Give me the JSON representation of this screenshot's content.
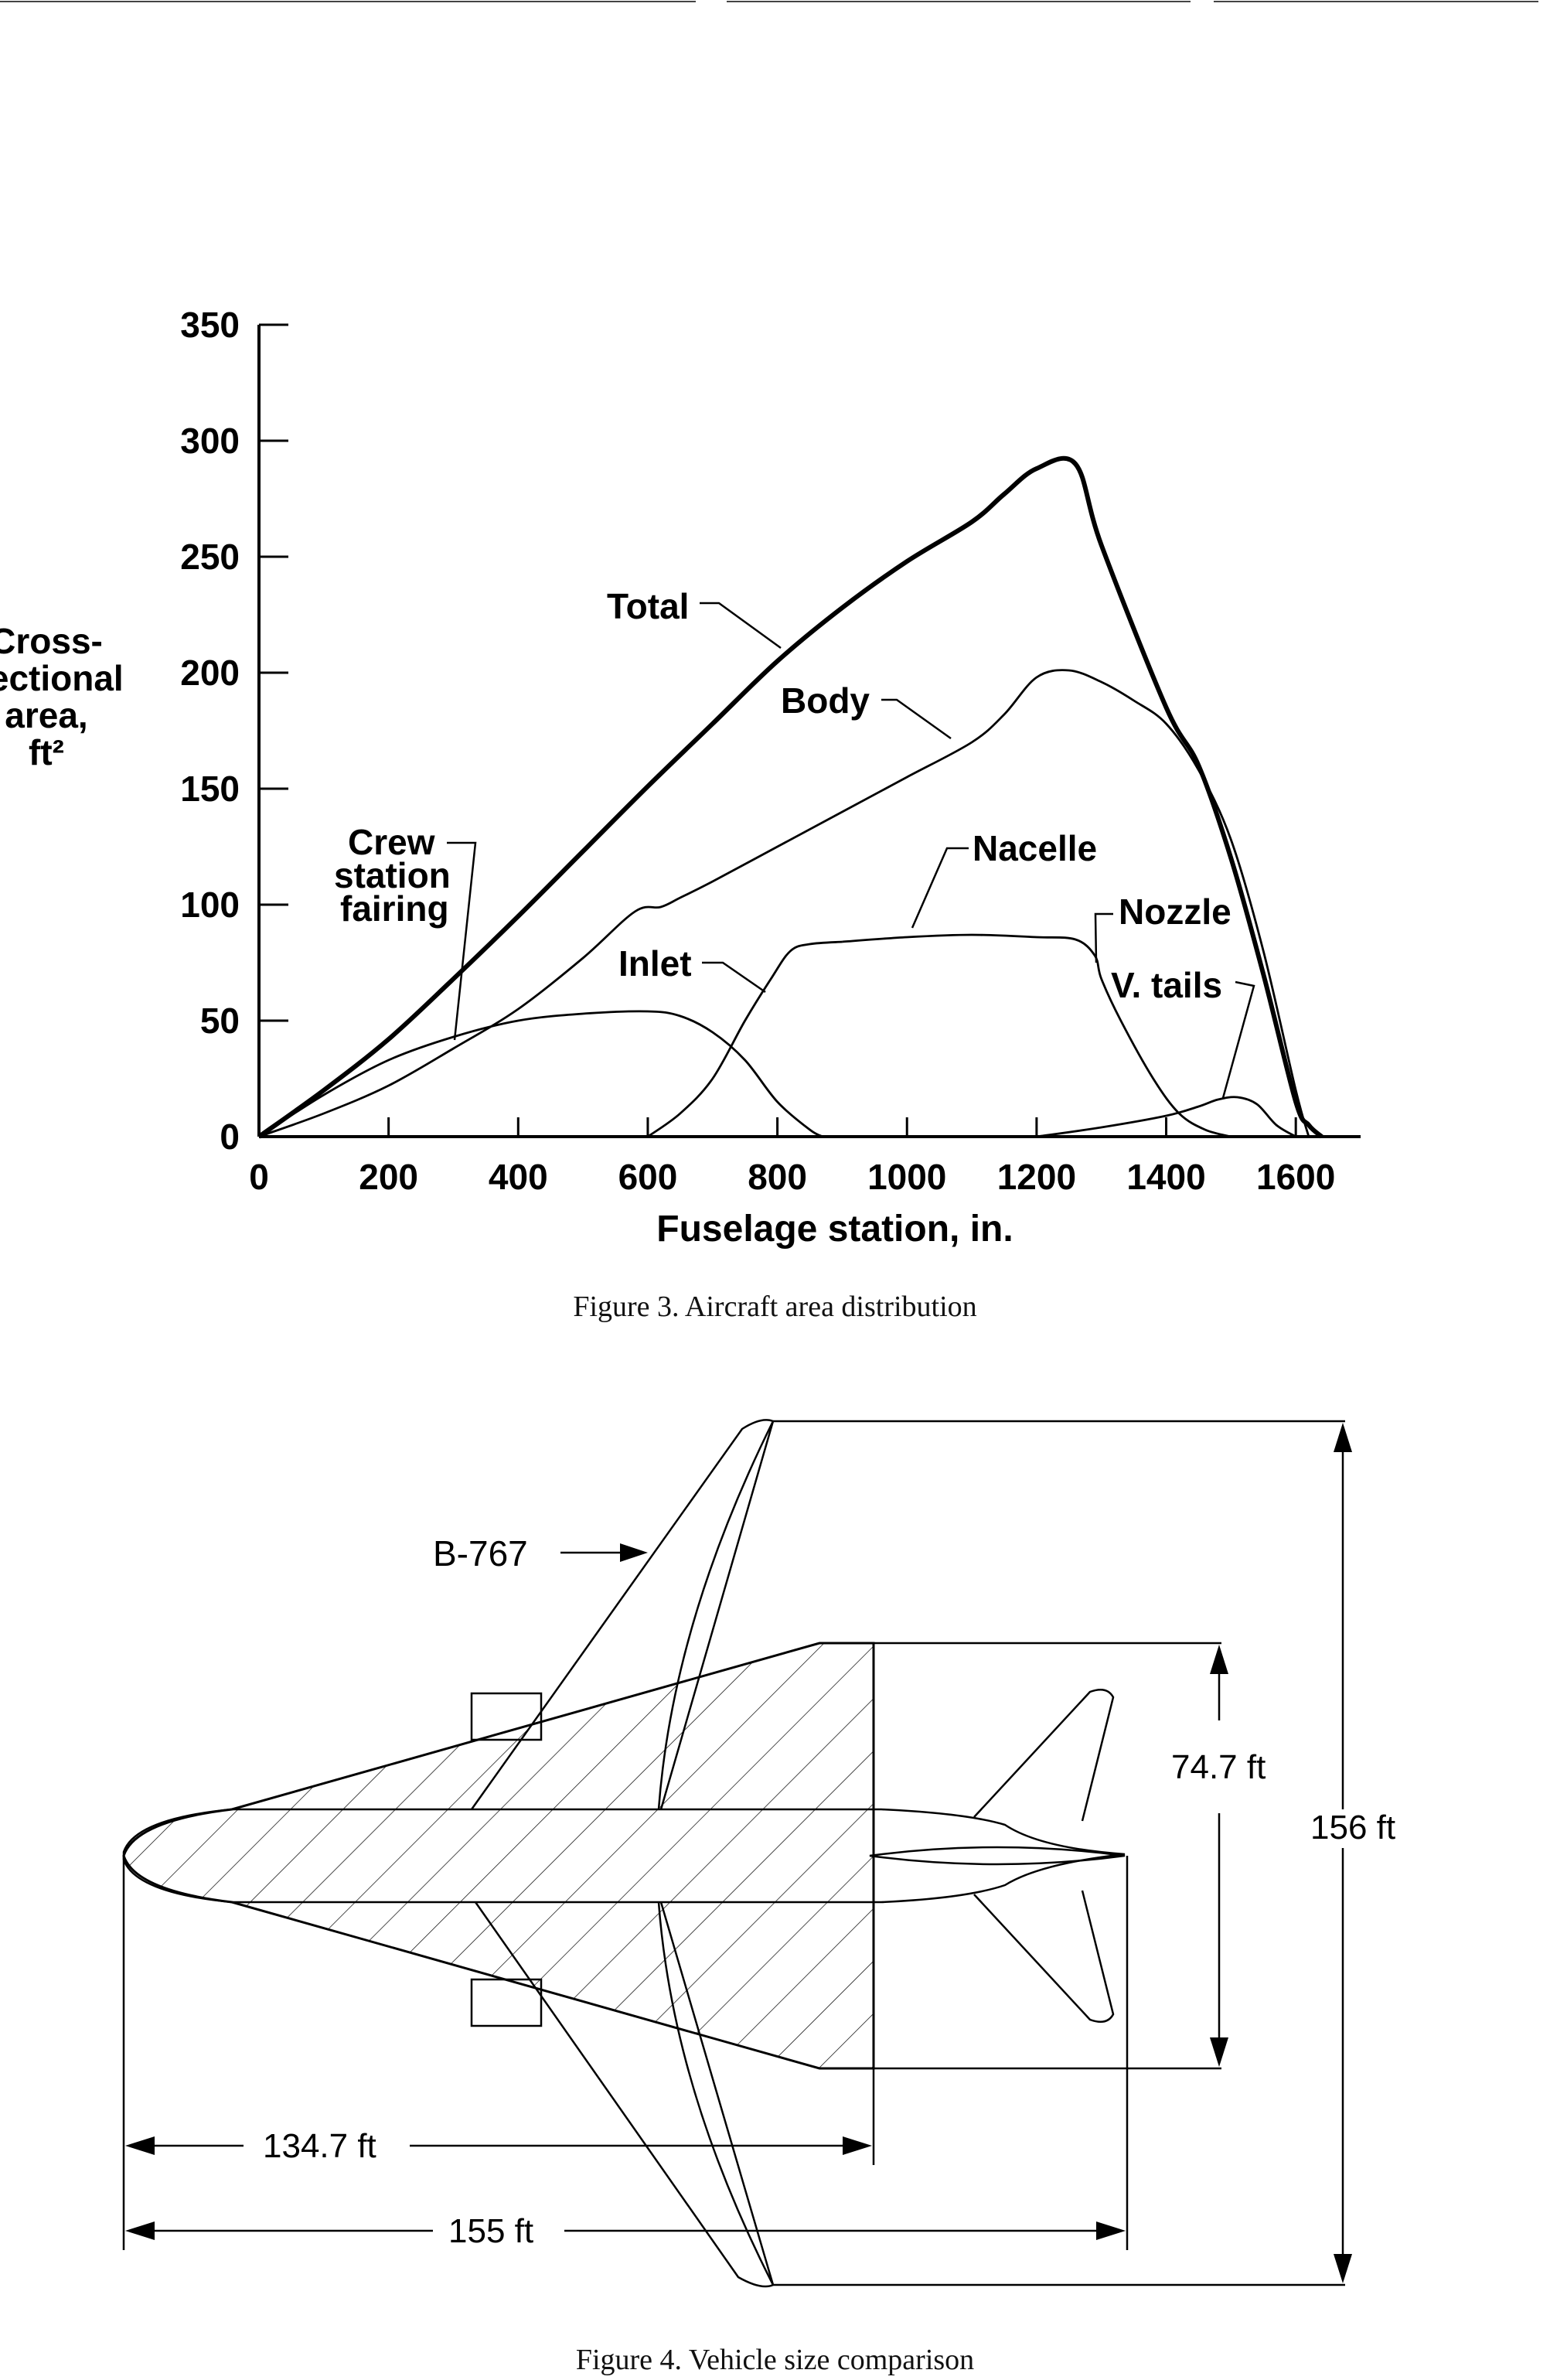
{
  "figure3": {
    "caption": "Figure 3. Aircraft area distribution",
    "chart_data": {
      "type": "line",
      "xlabel": "Fuselage station, in.",
      "ylabel_lines": [
        "Cross-",
        "sectional",
        "area,",
        "ft²"
      ],
      "xlim": [
        0,
        1700
      ],
      "ylim": [
        0,
        350
      ],
      "xticks": [
        0,
        200,
        400,
        600,
        800,
        1000,
        1200,
        1400,
        1600
      ],
      "yticks": [
        0,
        50,
        100,
        150,
        200,
        250,
        300,
        350
      ],
      "grid": false,
      "series": [
        {
          "name": "Total",
          "emphasis": true,
          "x": [
            0,
            100,
            200,
            300,
            400,
            500,
            600,
            700,
            800,
            900,
            1000,
            1100,
            1150,
            1200,
            1260,
            1300,
            1400,
            1450,
            1500,
            1550,
            1600,
            1620,
            1640
          ],
          "y": [
            0,
            20,
            42,
            68,
            95,
            123,
            151,
            178,
            205,
            228,
            248,
            265,
            277,
            288,
            290,
            255,
            185,
            160,
            120,
            70,
            15,
            5,
            0
          ]
        },
        {
          "name": "Body",
          "x": [
            0,
            100,
            200,
            300,
            400,
            500,
            580,
            620,
            650,
            700,
            800,
            900,
            1000,
            1100,
            1150,
            1200,
            1250,
            1300,
            1350,
            1400,
            1450,
            1500,
            1550,
            1600,
            1620
          ],
          "y": [
            0,
            10,
            22,
            38,
            55,
            77,
            97,
            99,
            103,
            110,
            125,
            140,
            155,
            170,
            182,
            198,
            201,
            196,
            188,
            178,
            158,
            128,
            80,
            20,
            0
          ]
        },
        {
          "name": "Crew station fairing",
          "x": [
            0,
            100,
            200,
            300,
            400,
            500,
            600,
            650,
            700,
            750,
            800,
            850,
            870
          ],
          "y": [
            0,
            18,
            33,
            43,
            50,
            53,
            54,
            52,
            45,
            33,
            15,
            3,
            0
          ]
        },
        {
          "name": "Inlet",
          "x": [
            600,
            650,
            700,
            750,
            790,
            820,
            850,
            900
          ],
          "y": [
            0,
            10,
            25,
            50,
            68,
            80,
            83,
            84
          ]
        },
        {
          "name": "Nacelle",
          "x": [
            900,
            1000,
            1100,
            1200,
            1260,
            1290,
            1300,
            1330,
            1380,
            1420,
            1460,
            1500
          ],
          "y": [
            84,
            86,
            87,
            86,
            85,
            78,
            68,
            50,
            25,
            10,
            3,
            0
          ]
        },
        {
          "name": "V. tails",
          "x": [
            1200,
            1300,
            1400,
            1450,
            1480,
            1510,
            1540,
            1570,
            1600
          ],
          "y": [
            0,
            4,
            9,
            13,
            16,
            17,
            14,
            5,
            0
          ]
        }
      ],
      "annotations": [
        {
          "text": "Total",
          "points_to": "Total"
        },
        {
          "text": "Body",
          "points_to": "Body"
        },
        {
          "text_lines": [
            "Crew",
            "station",
            "fairing"
          ],
          "points_to": "Crew station fairing"
        },
        {
          "text": "Inlet",
          "points_to": "Inlet"
        },
        {
          "text": "Nacelle",
          "points_to": "Nacelle"
        },
        {
          "text": "Nozzle",
          "points_to": "Nozzle"
        },
        {
          "text": "V. tails",
          "points_to": "V. tails"
        }
      ]
    }
  },
  "figure4": {
    "caption": "Figure 4. Vehicle size comparison",
    "labels": {
      "reference_aircraft": "B-767",
      "width_vehicle": "74.7 ft",
      "width_reference": "156 ft",
      "length_vehicle": "134.7 ft",
      "length_reference": "155 ft"
    }
  }
}
